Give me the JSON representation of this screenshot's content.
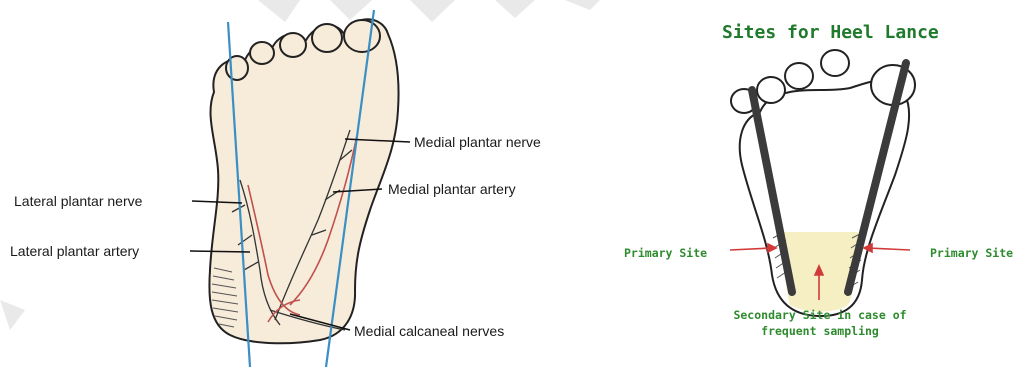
{
  "left_diagram": {
    "labels": {
      "medial_plantar_nerve": "Medial plantar nerve",
      "medial_plantar_artery": "Medial plantar artery",
      "lateral_plantar_nerve": "Lateral plantar nerve",
      "lateral_plantar_artery": "Lateral plantar artery",
      "medial_calcaneal_nerves": "Medial calcaneal nerves"
    }
  },
  "right_diagram": {
    "title": "Sites for Heel Lance",
    "primary_site_left": "Primary Site",
    "primary_site_right": "Primary Site",
    "secondary_site_line1": "Secondary Site in case of",
    "secondary_site_line2": "frequent sampling"
  },
  "colors": {
    "guide_line": "#3a8fc4",
    "artery": "#c0504d",
    "label_green": "#2e8b2e",
    "title_green": "#1f7a2c",
    "secondary_zone": "#f7efc4"
  }
}
